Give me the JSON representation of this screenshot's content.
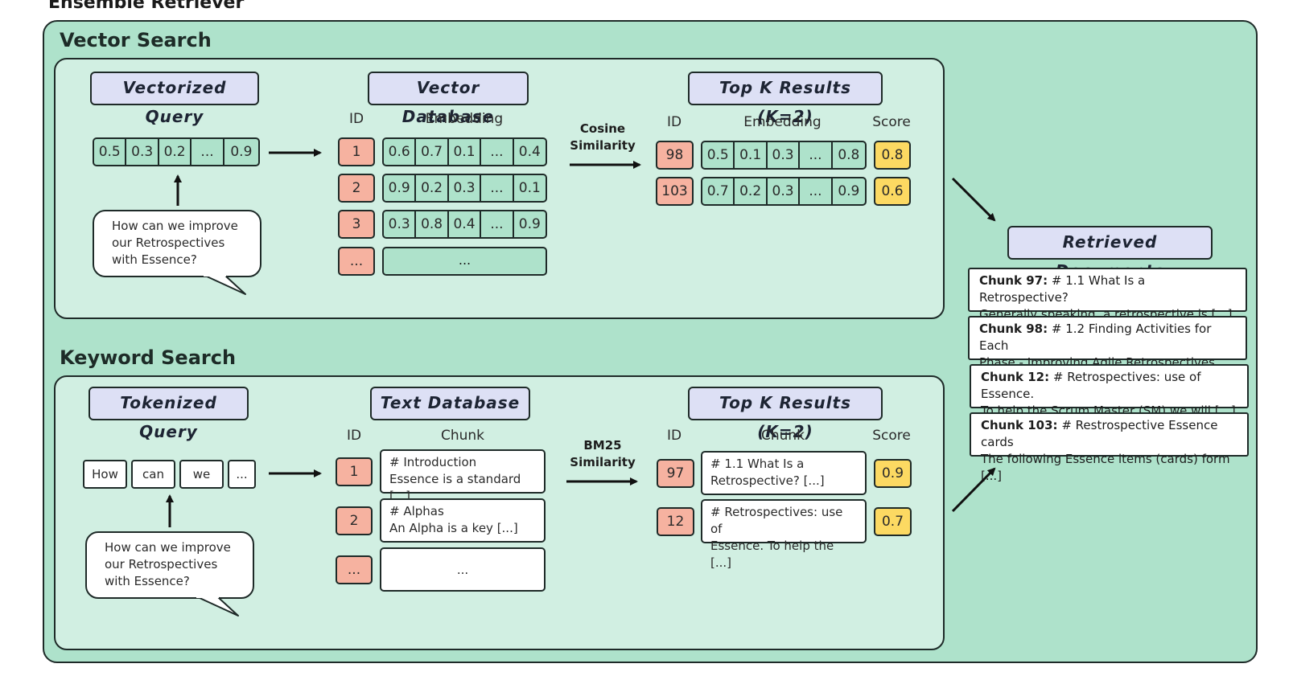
{
  "title": "Ensemble Retriever",
  "vector": {
    "section_title": "Vector Search",
    "query_label": "Vectorized Query",
    "query_values": [
      "0.5",
      "0.3",
      "0.2",
      "...",
      "0.9"
    ],
    "question": "How can we improve our Retrospectives with Essence?",
    "db_label": "Vector Database",
    "col_id": "ID",
    "col_embedding": "Embedding",
    "rows": [
      {
        "id": "1",
        "values": [
          "0.6",
          "0.7",
          "0.1",
          "...",
          "0.4"
        ]
      },
      {
        "id": "2",
        "values": [
          "0.9",
          "0.2",
          "0.3",
          "...",
          "0.1"
        ]
      },
      {
        "id": "3",
        "values": [
          "0.3",
          "0.8",
          "0.4",
          "...",
          "0.9"
        ]
      }
    ],
    "ellipsis": "...",
    "similarity": "Cosine Similarity",
    "topk_label": "Top K Results (K=2)",
    "col_score": "Score",
    "results": [
      {
        "id": "98",
        "values": [
          "0.5",
          "0.1",
          "0.3",
          "...",
          "0.8"
        ],
        "score": "0.8"
      },
      {
        "id": "103",
        "values": [
          "0.7",
          "0.2",
          "0.3",
          "...",
          "0.9"
        ],
        "score": "0.6"
      }
    ]
  },
  "keyword": {
    "section_title": "Keyword Search",
    "query_label": "Tokenized Query",
    "tokens": [
      "How",
      "can",
      "we",
      "..."
    ],
    "question": "How can we improve our Retrospectives with Essence?",
    "db_label": "Text Database",
    "col_id": "ID",
    "col_chunk": "Chunk",
    "rows": [
      {
        "id": "1",
        "line1": "# Introduction",
        "line2": "Essence is a standard [...]"
      },
      {
        "id": "2",
        "line1": "# Alphas",
        "line2": "An Alpha is a key [...]"
      }
    ],
    "ellipsis": "...",
    "similarity": "BM25 Similarity",
    "topk_label": "Top K Results (K=2)",
    "col_score": "Score",
    "results": [
      {
        "id": "97",
        "line1": "# 1.1 What Is a",
        "line2": "Retrospective? [...]",
        "score": "0.9"
      },
      {
        "id": "12",
        "line1": "# Retrospectives: use of",
        "line2": "Essence. To help the [...]",
        "score": "0.7"
      }
    ]
  },
  "retrieved": {
    "label": "Retrieved Documents",
    "docs": [
      {
        "head": "Chunk 97:",
        "line1": "# 1.1 What Is a Retrospective?",
        "line2": "Generally speaking, a retrospective is [...]"
      },
      {
        "head": "Chunk 98:",
        "line1": "# 1.2 Finding Activities for Each",
        "line2": "Phase - Improving Agile Retrospectives [...]"
      },
      {
        "head": "Chunk 12:",
        "line1": "# Retrospectives: use of Essence.",
        "line2": "To help the Scrum Master (SM) we will [...]"
      },
      {
        "head": "Chunk 103:",
        "line1": "# Restrospective Essence cards",
        "line2": "The following Essence items (cards) form [...]"
      }
    ]
  }
}
